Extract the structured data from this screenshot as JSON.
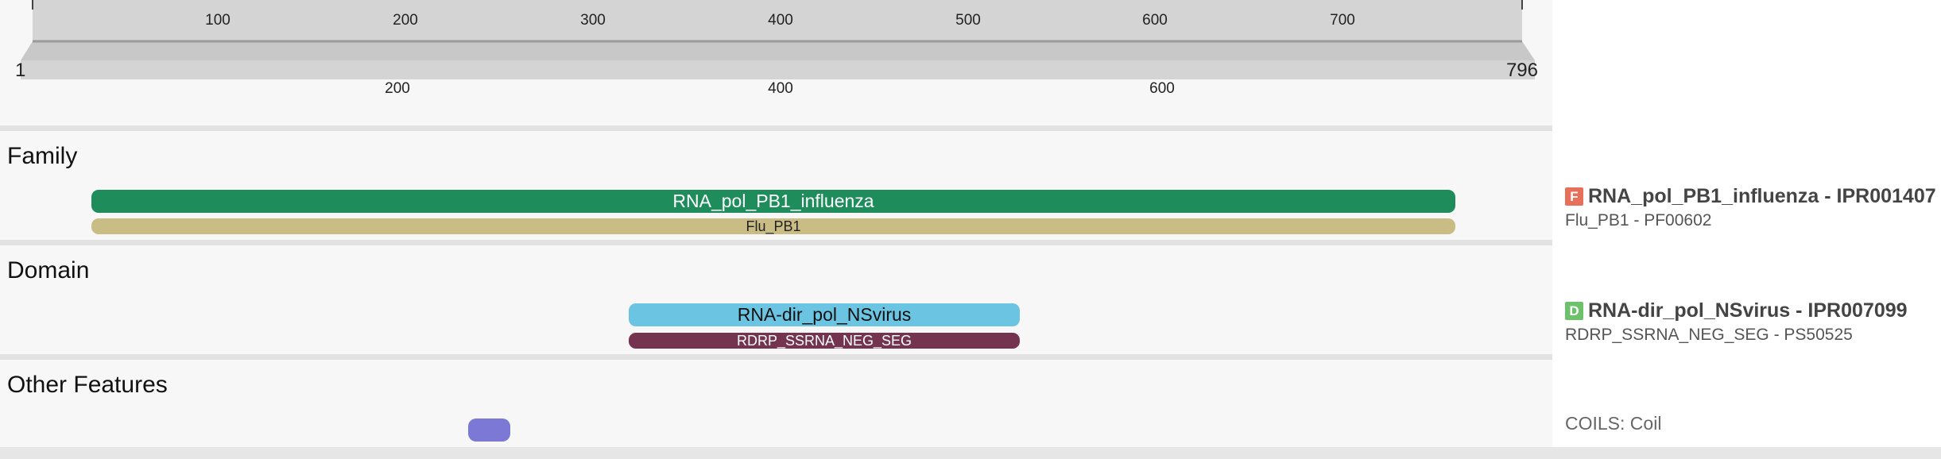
{
  "ruler": {
    "start_label": "1",
    "end_label": "796",
    "top_ticks": [
      "100",
      "200",
      "300",
      "400",
      "500",
      "600",
      "700"
    ],
    "bottom_ticks": [
      "200",
      "400",
      "600"
    ]
  },
  "sections": {
    "family": {
      "title": "Family",
      "bars": [
        {
          "label": "RNA_pol_PB1_influenza",
          "color": "#1e8d5b"
        },
        {
          "label": "Flu_PB1",
          "color": "#c9bd85"
        }
      ],
      "legend": {
        "badge": "F",
        "badge_color": "#e8705a",
        "title": "RNA_pol_PB1_influenza - IPR001407",
        "sub": "Flu_PB1 - PF00602"
      }
    },
    "domain": {
      "title": "Domain",
      "bars": [
        {
          "label": "RNA-dir_pol_NSvirus",
          "color": "#6cc4e3"
        },
        {
          "label": "RDRP_SSRNA_NEG_SEG",
          "color": "#74344f"
        }
      ],
      "legend": {
        "badge": "D",
        "badge_color": "#6cc26b",
        "title": "RNA-dir_pol_NSvirus - IPR007099",
        "sub": "RDRP_SSRNA_NEG_SEG - PS50525"
      }
    },
    "other": {
      "title": "Other Features",
      "bars": [
        {
          "label": "",
          "color": "#7b78d6"
        }
      ],
      "legend": {
        "text": "COILS: Coil"
      }
    }
  }
}
